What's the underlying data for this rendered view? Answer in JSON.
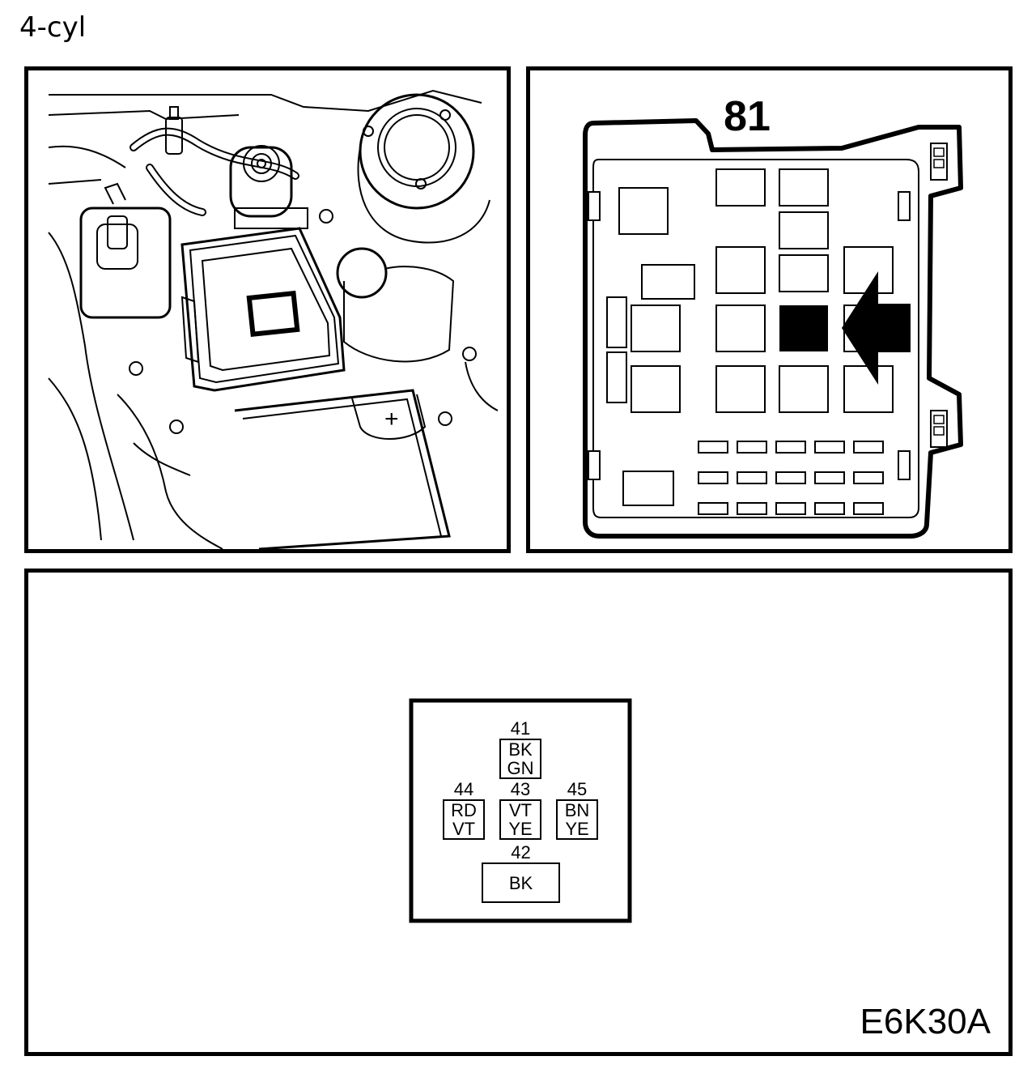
{
  "header": {
    "label": "4-cyl"
  },
  "fuse_box": {
    "number": "81",
    "highlight_color": "#000000"
  },
  "connector": {
    "pins": [
      {
        "number": "41",
        "wire": [
          "BK",
          "GN"
        ]
      },
      {
        "number": "44",
        "wire": [
          "RD",
          "VT"
        ]
      },
      {
        "number": "43",
        "wire": [
          "VT",
          "YE"
        ]
      },
      {
        "number": "45",
        "wire": [
          "BN",
          "YE"
        ]
      },
      {
        "number": "42",
        "wire": [
          "BK"
        ]
      }
    ]
  },
  "figure_code": "E6K30A"
}
